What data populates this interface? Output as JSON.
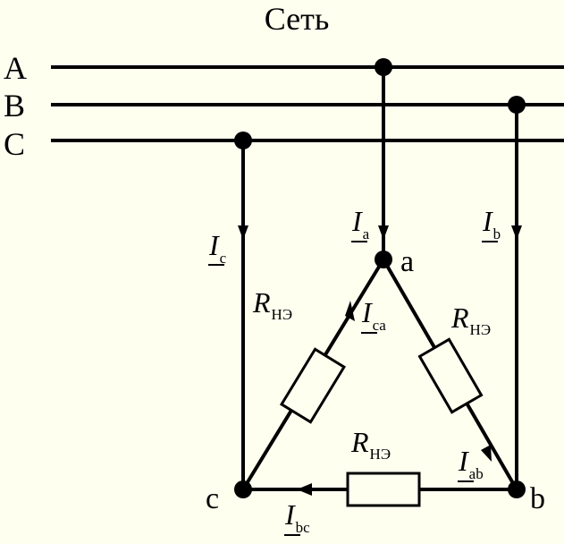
{
  "title": "Сеть",
  "lines": {
    "A": "A",
    "B": "B",
    "C": "C"
  },
  "nodes": {
    "a": "a",
    "b": "b",
    "c": "c"
  },
  "resistor": {
    "symbol": "R",
    "sub": "НЭ"
  },
  "currents": {
    "Ia": {
      "symbol": "I",
      "sub": "a"
    },
    "Ib": {
      "symbol": "I",
      "sub": "b"
    },
    "Ic": {
      "symbol": "I",
      "sub": "c"
    },
    "Ica": {
      "symbol": "I",
      "sub": "ca"
    },
    "Iab": {
      "symbol": "I",
      "sub": "ab"
    },
    "Ibc": {
      "symbol": "I",
      "sub": "bc"
    }
  },
  "colors": {
    "background": "#fffff0",
    "ink": "#000000"
  }
}
